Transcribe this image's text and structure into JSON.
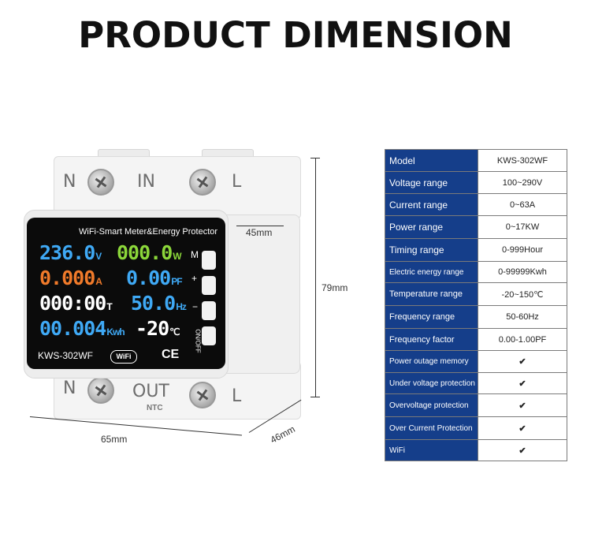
{
  "title": "PRODUCT DIMENSION",
  "device": {
    "terminals_top": [
      "N",
      "IN",
      "L"
    ],
    "terminals_bottom": [
      "N",
      "OUT",
      "L"
    ],
    "ntc_label": "NTC",
    "panel_title": "WiFi-Smart Meter&Energy Protector",
    "readings": [
      {
        "value": "236.0",
        "unit": "V",
        "color": "#3fa9f5"
      },
      {
        "value": "000.0",
        "unit": "W",
        "color": "#8bd63a"
      },
      {
        "value": "0.000",
        "unit": "A",
        "color": "#f07a2a"
      },
      {
        "value": "0.00",
        "unit": "PF",
        "color": "#3fa9f5"
      },
      {
        "value": "000:00",
        "unit": "T",
        "color": "#ffffff"
      },
      {
        "value": "50.0",
        "unit": "Hz",
        "color": "#3fa9f5"
      },
      {
        "value": "00.004",
        "unit": "Kwh",
        "color": "#3fa9f5"
      },
      {
        "value": "-20",
        "unit": "℃",
        "color": "#ffffff"
      }
    ],
    "buttons": [
      "M",
      "+",
      "−",
      "ON/OFF"
    ],
    "model": "KWS-302WF",
    "wifi_badge": "WiFi",
    "ce": "CE"
  },
  "dimensions": {
    "depth_top": "45mm",
    "height": "79mm",
    "width": "65mm",
    "depth_bottom": "46mm"
  },
  "spec_table": {
    "rows": [
      {
        "key": "Model",
        "value": "KWS-302WF"
      },
      {
        "key": "Voltage range",
        "value": "100~290V"
      },
      {
        "key": "Current range",
        "value": "0~63A"
      },
      {
        "key": "Power range",
        "value": "0~17KW"
      },
      {
        "key": "Timing range",
        "value": "0-999Hour"
      },
      {
        "key": "Electric energy range",
        "value": "0-99999Kwh"
      },
      {
        "key": "Temperature range",
        "value": "-20~150℃"
      },
      {
        "key": "Frequency range",
        "value": "50-60Hz"
      },
      {
        "key": "Frequency factor",
        "value": "0.00-1.00PF"
      },
      {
        "key": "Power outage memory",
        "value": "✔"
      },
      {
        "key": "Under voltage protection",
        "value": "✔"
      },
      {
        "key": "Overvoltage protection",
        "value": "✔"
      },
      {
        "key": "Over Current Protection",
        "value": "✔"
      },
      {
        "key": "WiFi",
        "value": "✔"
      }
    ]
  },
  "colors": {
    "table_header_bg": "#153e8a",
    "check_color": "#e02020"
  }
}
